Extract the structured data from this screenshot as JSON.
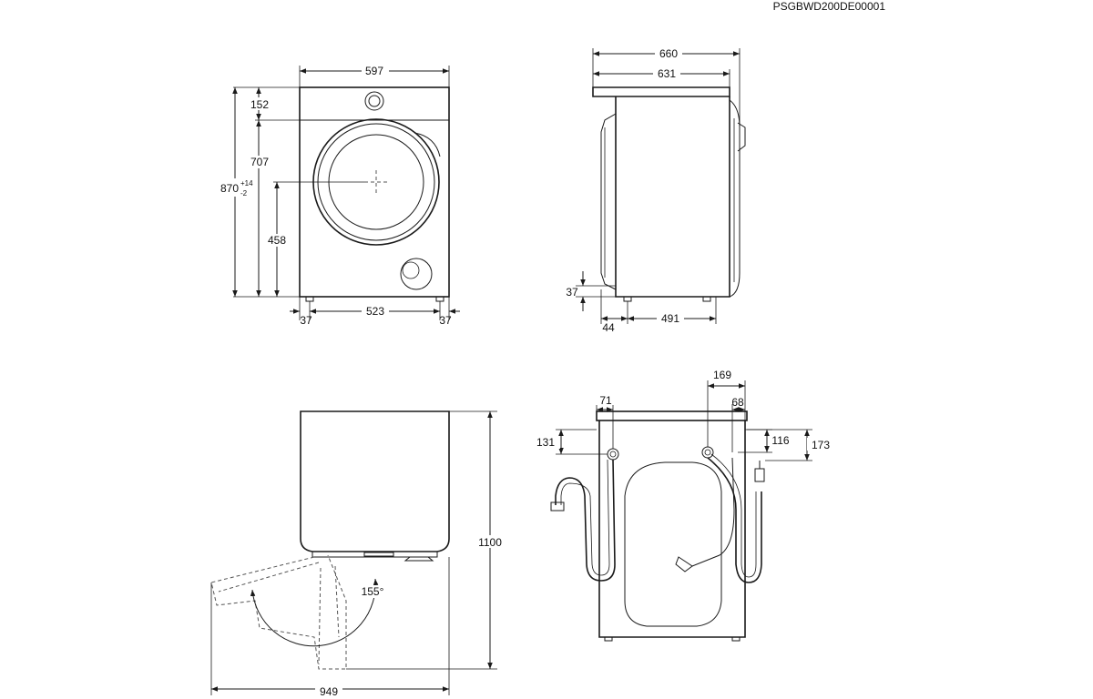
{
  "document_code": "PSGBWD200DE00001",
  "front_view": {
    "width_total": "597",
    "height_total": "870",
    "height_tolerance_plus": "+14",
    "height_tolerance_minus": "-2",
    "top_panel_height": "152",
    "door_top_height": "707",
    "door_center_height": "458",
    "foot_left_offset": "37",
    "foot_spacing": "523",
    "foot_right_offset": "37"
  },
  "side_view": {
    "depth_total": "660",
    "depth_top": "631",
    "foot_height": "37",
    "foot_front_offset": "44",
    "foot_spacing": "491"
  },
  "door_swing_view": {
    "total_height": "1100",
    "total_depth": "949",
    "door_opening_angle": "155°"
  },
  "rear_view": {
    "inlet_left_offset": "71",
    "inlet_left_height": "131",
    "outlet_spacing": "169",
    "outlet_right_offset": "68",
    "outlet_right_height": "116",
    "cable_height": "173"
  }
}
